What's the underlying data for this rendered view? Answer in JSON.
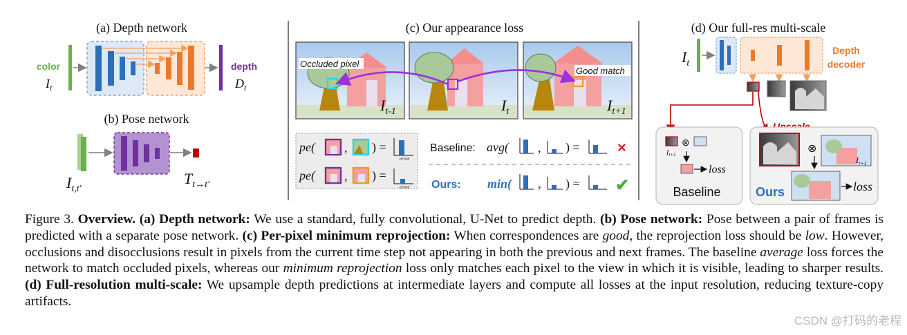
{
  "panels": {
    "a": {
      "title": "(a) Depth network",
      "input_label": "color",
      "input_symbol": "I",
      "input_sub": "t",
      "output_label": "depth",
      "output_symbol": "D",
      "output_sub": "t"
    },
    "b": {
      "title": "(b) Pose network",
      "input_symbol": "I",
      "input_sub": "t,t′",
      "output_symbol": "T",
      "output_sub": "t→t′"
    },
    "c": {
      "title": "(c) Our appearance loss",
      "occluded_label": "Occluded pixel",
      "good_match_label": "Good match",
      "frame_prev_symbol": "I",
      "frame_prev_sub": "t-1",
      "frame_cur_symbol": "I",
      "frame_cur_sub": "t",
      "frame_next_symbol": "I",
      "frame_next_sub": "t+1",
      "pe_label": "pe(",
      "comma": ",",
      "close_eq": ") =",
      "error_label": "error",
      "baseline_label": "Baseline:",
      "baseline_fn": "avg(",
      "ours_label": "Ours:",
      "ours_fn": "min(",
      "cross_mark": "×",
      "check_mark": "✔"
    },
    "d": {
      "title": "(d) Our full-res multi-scale",
      "input_symbol": "I",
      "input_sub": "t",
      "decoder_label_1": "Depth",
      "decoder_label_2": "decoder",
      "upscale_label": "Upscale",
      "otimes": "⊗",
      "loss_label": "loss",
      "baseline_box_label": "Baseline",
      "ours_box_label": "Ours",
      "frame_symbol": "I",
      "frame_sub": "t+1"
    }
  },
  "caption": {
    "fig": "Figure 3.",
    "s1_bold": "Overview.",
    "s2_bold": "(a) Depth network:",
    "s2_text": "We use a standard, fully convolutional, U-Net to predict depth.",
    "s3_bold": "(b) Pose network:",
    "s3_text": "Pose between a pair of frames is predicted with a separate pose network.",
    "s4_bold": "(c) Per-pixel minimum reprojection:",
    "s4_t1": "When correspondences are",
    "s4_i1": "good",
    "s4_t2": ", the reprojection loss should be",
    "s4_i2": "low",
    "s4_t3": ". However, occlusions and disocclusions result in pixels from the current time step not appearing in both the previous and next frames. The baseline",
    "s4_i3": "average",
    "s4_t4": "loss forces the network to match occluded pixels, whereas our",
    "s4_i4": "minimum reprojection",
    "s4_t5": "loss only matches each pixel to the view in which it is visible, leading to sharper results.",
    "s5_bold": "(d) Full-resolution multi-scale:",
    "s5_text": "We upsample depth predictions at intermediate layers and compute all losses at the input resolution, reducing texture-copy artifacts."
  },
  "watermark": "CSDN @打码的老程",
  "colors": {
    "encoder_blue": "#2e6fba",
    "decoder_orange": "#ea7a2a",
    "input_green": "#6ab04c",
    "depth_purple": "#7030a0",
    "pose_purple": "#8a4fbf",
    "pose_red": "#c00000",
    "arrow_purple": "#9b30e0",
    "highlight_cyan": "#2ad4e6",
    "highlight_orange": "#f0962a",
    "upscale_red": "#c00000",
    "bar_blue": "#2e6fba"
  }
}
